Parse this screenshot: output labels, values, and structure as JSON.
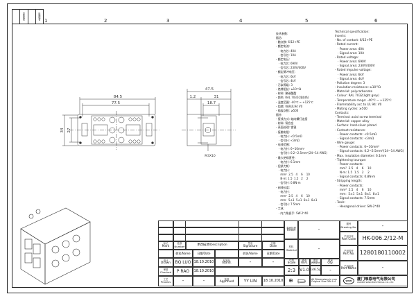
{
  "zone_labels": [
    "1",
    "2",
    "3",
    "4",
    "5",
    "6"
  ],
  "corner_stamp": {
    "cells": [
      "发放编号",
      "旧图编号"
    ]
  },
  "spec_zh": [
    "技术参数:",
    "插芯:",
    "- 触点数: 6/12+PE",
    "- 额定电流:",
    "   · 电力芯: 40A",
    "   · 信号芯: 10A",
    "- 额定电压:",
    "   · 电力芯: 690V",
    "   · 信号芯: 230V/400V",
    "- 额定脉冲电压:",
    "   · 电力芯: 6kV",
    "   · 信号芯: 4kV",
    "- 污染等级: 3",
    "- 绝缘阻抗: ≥10¹⁰Ω",
    "- 材料: 聚碳酸酯",
    "- 颜色: RAL 7032(浅灰色)",
    "- 温度范围: -40℃ ~ +125℃",
    "- 阻燃: 符合UL94 V0",
    "- 插拔次数: ≥500",
    "插针:",
    "- 接线方式: 轴向螺钉连接",
    "- 材料: 铜合金",
    "- 表面处理: 镀银",
    "- 接触电阻:",
    "   · 电力针: <0.5mΩ",
    "   · 信号针: <3mΩ",
    "- 电线范围:",
    "   · 电力针: 6~10mm²",
    "   · 信号针: 0.2~2.5mm²(24~14 AWG)",
    "- 最大绝缘直径:",
    "   · 电力针: 6.1mm",
    "- 扭紧力矩:",
    "   · 电力针:",
    "     mm²  2.5   4    6    10",
    "     N·m: 1.5  1.5   2    2",
    "   · 信号针: 0.8N·m",
    "- 剥线长度:",
    "   · 电力针:",
    "     mm²  2.5   4    6    10",
    "     mm:  5±1  5±1  8±1  8±1",
    "   · 信号针: 7.5mm",
    "- 工具:",
    "   · 内六角扳手: SW-2*40"
  ],
  "spec_en": [
    "Technical specification:",
    "Inserts:",
    "- No. of contact: 6/12+PE",
    "- Rated current:",
    "   · Power area: 40A",
    "   · Signal area: 10A",
    "- Rated voltage:",
    "   · Power area: 690V",
    "   · Signal area: 230V/400V",
    "- Rated impulse voltage:",
    "   · Power area: 6kV",
    "   · Signal area: 4kV",
    "- Pollution degree: 3",
    "- Insulation resistance: ≥10¹⁰Ω",
    "- Material: polycarbonate",
    "- Colour: RAL 7032(light grey)",
    "- Temperature range: -40℃ ~ +125℃",
    "- Flammability acc.to UL 94: V0",
    "- Mating cycles: ≥500",
    "Contacts:",
    "- Terminal: axial screw terminal",
    "- Material: copper alloy",
    "- Surface: hard-silver plated",
    "- Contact resistance:",
    "   · Power contacts: <0.5mΩ",
    "   · Signal contacts: <3mΩ",
    "- Wire gauge:",
    "   · Power contacts: 6~10mm²",
    "   · Signal contacts: 0.2~2.5mm²(24~14 AWG)",
    "- Max. insulation diameter: 6.1mm",
    "- Tightening tourque:",
    "   · Power contacts:",
    "     mm²  2.5   4    6    10",
    "     N·m: 1.5  1.5   2    2",
    "   · Signal contacts: 0.8N·m",
    "- Stripping length:",
    "   · Power contacts:",
    "     mm²  2.5   4    6    10",
    "     mm:  5±1  5±1  8±1  8±1",
    "   · Signal contacts: 7.5mm",
    "- Tools:",
    "   · Hexagonal driver: SW-2*40"
  ],
  "dimensions": {
    "overall_width": "84.5",
    "mount_width": "77.5",
    "overall_height": "34",
    "mount_height": "27",
    "depth": "47.5",
    "flange": "1.2",
    "body_depth": "31",
    "screw_offset": "18.7",
    "screw": "M3X10"
  },
  "revision_block": {
    "mark_zh": "标记",
    "mark_en": "Mark",
    "number_zh": "处数",
    "number_en": "Number",
    "description": "更改描述/Description",
    "signature_zh": "签名",
    "signature_en": "Signature",
    "date_zh": "日期",
    "date_en": "Date",
    "name_header": "姓名/Name",
    "date_header": "日期/Date",
    "name_header2": "姓名/Name",
    "date_header2": "日期/Date",
    "drawn_zh": "设计",
    "drawn_en": "Drawn",
    "drawn_name": "BQ LUO",
    "drawn_date": "18.10.2010",
    "stand_zh": "标准化",
    "stand_en": "Stand.",
    "stand_name": "-",
    "stand_date": "-",
    "checked_zh": "审核",
    "checked_en": "Checked",
    "checked_name": "P RAO",
    "checked_date": "18.10.2010",
    "process_zh": "工艺",
    "process_en": "Process",
    "process_name": "-",
    "process_date": "-",
    "approved_zh": "批准",
    "approved_en": "Approved",
    "approved_name": "YY LIN",
    "approved_date": "18.10.2010"
  },
  "title_block": {
    "finish_zh": "表面处理",
    "finish_en": "Finish",
    "finish_value": "-",
    "material_zh": "材料",
    "material_en": "Material",
    "material_value": "-",
    "scale_zh": "比例",
    "scale_en": "Scale",
    "scale_value": "2:3",
    "rev_zh": "版本",
    "rev_en": "REV.",
    "rev_value": "V1.0",
    "weight_zh": "重量",
    "weight_en": "Weight",
    "weight_value": "146.5g",
    "qty_zh": "数量",
    "qty_en": "Qty.",
    "qty_value": "-",
    "drawing_no_zh": "图号",
    "drawing_no_en": "Drawing No.",
    "drawing_no_value": "-",
    "part_code_zh": "产品代号",
    "part_code_en": "Part Code",
    "part_code_value": "HK-006.2/12-M",
    "part_no_zh": "产品料号",
    "part_no_en": "Part No.",
    "part_no_value": "1280180110002",
    "part_name_zh": "产品名称",
    "part_name_en": "Part Name",
    "part_name_value": "-",
    "dims_note_1": "All Dimensions in mm",
    "dims_note_2": "Original Size DIN A 4",
    "company_zh": "厦门唯恩电气有限公司",
    "company_en": "XIAMEN WAIN ELECTRICAL CO.,LTD",
    "logo_text": "WAIN"
  }
}
